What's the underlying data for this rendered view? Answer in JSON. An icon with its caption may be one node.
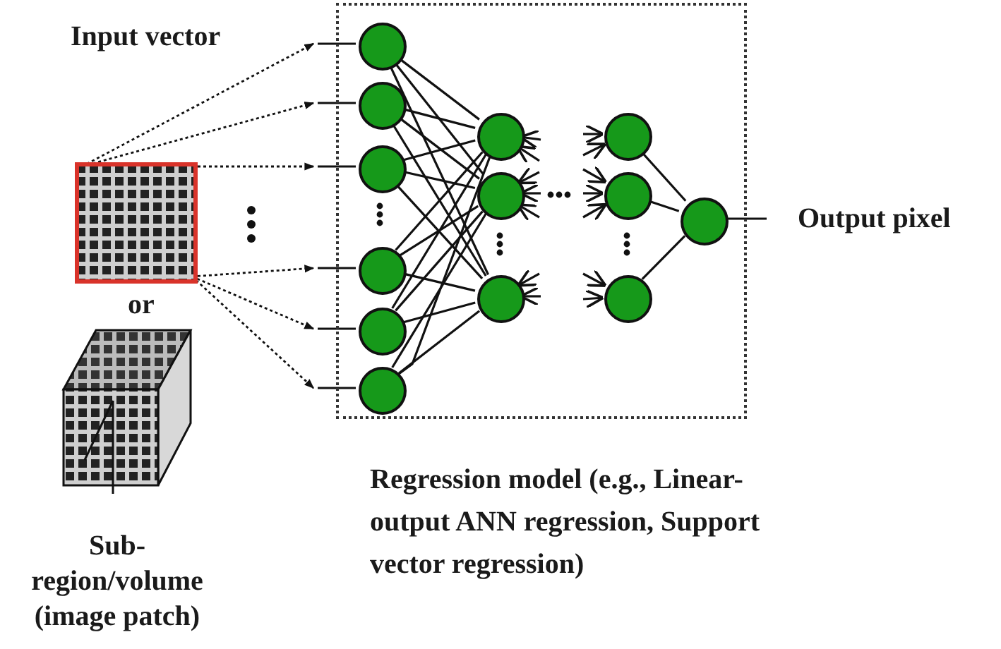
{
  "diagram": {
    "nodes": [
      {
        "text": [
          "Regression model (e.g., Linear-output ANN regression, Support vector regression)"
        ]
      },
      {
        "text": [],
        "shape": "box"
      },
      {
        "text": [],
        "shape": "circle",
        "in": 0
      },
      {
        "text": [],
        "shape": "circle",
        "in": 0
      },
      {
        "text": [],
        "shape": "circle",
        "in": 0
      },
      {
        "text": [],
        "shape": "circle",
        "in": 0
      },
      {
        "text": [],
        "shape": "circle",
        "in": 0
      },
      {
        "text": [],
        "shape": "circle",
        "in": 0
      },
      {
        "text": [],
        "shape": "circle",
        "in": 0
      },
      {
        "text": [],
        "shape": "circle",
        "in": 0
      },
      {
        "text": [],
        "shape": "circle",
        "in": 0
      },
      {
        "text": [],
        "shape": "circle",
        "in": 0
      },
      {
        "text": [],
        "shape": "circle",
        "in": 0
      },
      {
        "text": [],
        "shape": "circle",
        "in": 0
      },
      {
        "text": [],
        "shape": "circle",
        "in": 0
      }
    ],
    "edges": [
      {
        "from": 1,
        "to": 2,
        "arrow": "to",
        "style": "dashed"
      },
      {
        "from": 1,
        "to": 3,
        "arrow": "to",
        "style": "dashed"
      },
      {
        "from": 1,
        "to": 4,
        "arrow": "to",
        "style": "dashed"
      },
      {
        "from": 1,
        "to": 5,
        "arrow": "to",
        "style": "dashed"
      },
      {
        "from": 1,
        "to": 6,
        "arrow": "to",
        "style": "dashed"
      },
      {
        "from": 1,
        "to": 7,
        "arrow": "to",
        "style": "dashed"
      },
      {
        "from": null,
        "to": 2,
        "arrow": "none"
      },
      {
        "from": null,
        "to": 3,
        "arrow": "none"
      },
      {
        "from": null,
        "to": 4,
        "arrow": "none"
      },
      {
        "from": null,
        "to": 5,
        "arrow": "none"
      },
      {
        "from": null,
        "to": 6,
        "arrow": "none"
      },
      {
        "from": null,
        "to": 7,
        "arrow": "none"
      },
      {
        "from": 2,
        "to": 8,
        "arrow": "none"
      },
      {
        "from": 2,
        "to": 9,
        "arrow": "none"
      },
      {
        "from": 2,
        "to": 10,
        "arrow": "none"
      },
      {
        "from": 3,
        "to": 8,
        "arrow": "none"
      },
      {
        "from": 3,
        "to": 9,
        "arrow": "none"
      },
      {
        "from": 3,
        "to": 10,
        "arrow": "none"
      },
      {
        "from": 4,
        "to": 8,
        "arrow": "none"
      },
      {
        "from": 4,
        "to": 9,
        "arrow": "none"
      },
      {
        "from": 4,
        "to": 10,
        "arrow": "none"
      },
      {
        "from": 5,
        "to": 8,
        "arrow": "none"
      },
      {
        "from": 5,
        "to": 9,
        "arrow": "none"
      },
      {
        "from": 5,
        "to": 10,
        "arrow": "none"
      },
      {
        "from": 6,
        "to": 8,
        "arrow": "none"
      },
      {
        "from": 6,
        "to": 9,
        "arrow": "none"
      },
      {
        "from": 6,
        "to": 10,
        "arrow": "none"
      },
      {
        "from": 7,
        "to": 8,
        "arrow": "none"
      },
      {
        "from": 7,
        "to": 9,
        "arrow": "none"
      },
      {
        "from": 7,
        "to": 10,
        "arrow": "none"
      },
      {
        "from": null,
        "to": 8,
        "arrow": "to"
      },
      {
        "from": null,
        "to": 8,
        "arrow": "to"
      },
      {
        "from": null,
        "to": 9,
        "arrow": "to"
      },
      {
        "from": null,
        "to": 9,
        "arrow": "to"
      },
      {
        "from": null,
        "to": 9,
        "arrow": "to"
      },
      {
        "from": null,
        "to": 10,
        "arrow": "to"
      },
      {
        "from": null,
        "to": 10,
        "arrow": "to"
      },
      {
        "from": null,
        "to": 11,
        "arrow": "to"
      },
      {
        "from": null,
        "to": 11,
        "arrow": "to"
      },
      {
        "from": null,
        "to": 12,
        "arrow": "to"
      },
      {
        "from": null,
        "to": 12,
        "arrow": "to"
      },
      {
        "from": null,
        "to": 12,
        "arrow": "to"
      },
      {
        "from": null,
        "to": 13,
        "arrow": "to"
      },
      {
        "from": null,
        "to": 13,
        "arrow": "to"
      },
      {
        "from": 11,
        "to": 14,
        "arrow": "none"
      },
      {
        "from": 12,
        "to": 14,
        "arrow": "none"
      },
      {
        "from": 13,
        "to": 14,
        "arrow": "none"
      },
      {
        "from": 14,
        "to": null,
        "arrow": "none"
      }
    ],
    "labels": [
      "Input vector",
      "or",
      "Sub-region/volume (image patch)",
      "Output pixel"
    ]
  }
}
